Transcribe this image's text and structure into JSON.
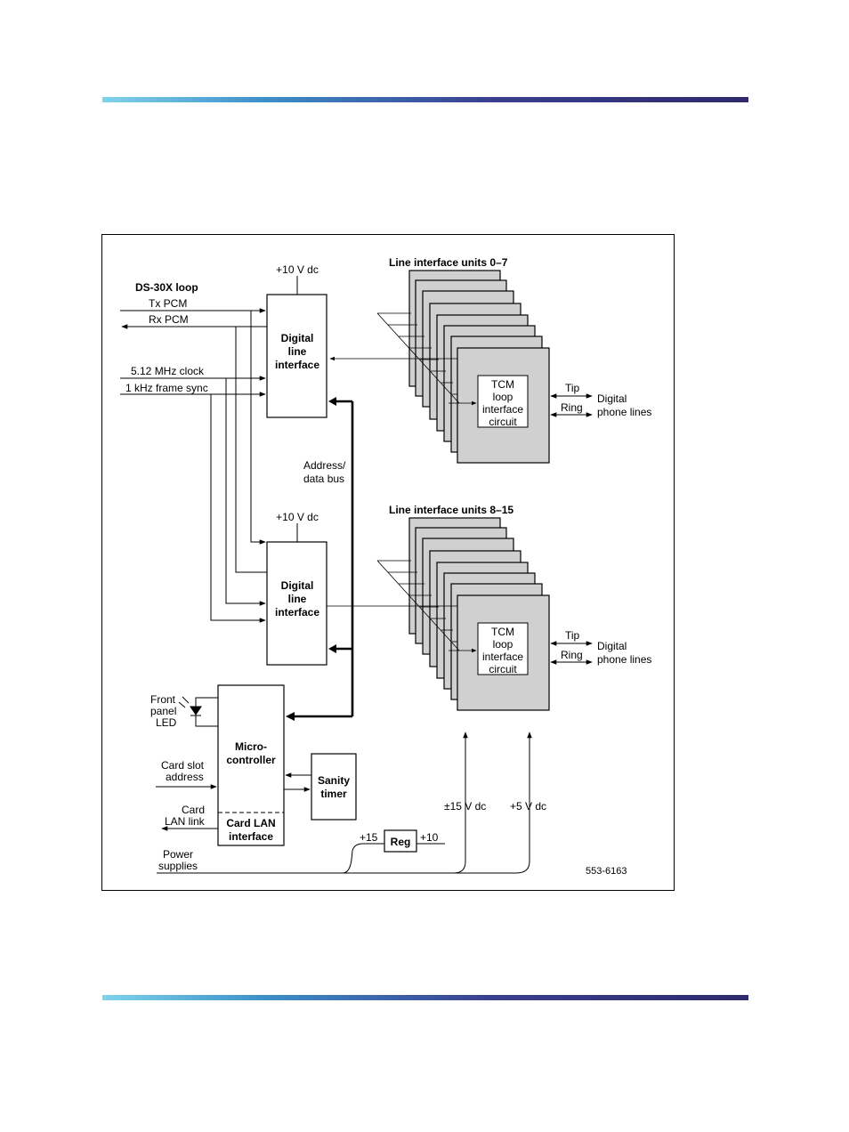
{
  "figure": {
    "id": "553-6163",
    "ds30x": {
      "title": "DS-30X loop",
      "tx": "Tx PCM",
      "rx": "Rx PCM",
      "clock": "5.12 MHz clock",
      "frame": "1 kHz frame sync"
    },
    "dli_top": {
      "supply": "+10 V dc",
      "line1": "Digital",
      "line2": "line",
      "line3": "interface"
    },
    "dli_bottom": {
      "supply": "+10 V dc",
      "line1": "Digital",
      "line2": "line",
      "line3": "interface"
    },
    "bus": {
      "line1": "Address/",
      "line2": "data bus"
    },
    "liu_top": {
      "title": "Line interface units 0–7",
      "tcm1": "TCM",
      "tcm2": "loop",
      "tcm3": "interface",
      "tcm4": "circuit",
      "tip": "Tip",
      "ring": "Ring",
      "out1": "Digital",
      "out2": "phone lines"
    },
    "liu_bottom": {
      "title": "Line interface units 8–15",
      "tcm1": "TCM",
      "tcm2": "loop",
      "tcm3": "interface",
      "tcm4": "circuit",
      "tip": "Tip",
      "ring": "Ring",
      "out1": "Digital",
      "out2": "phone lines"
    },
    "led": {
      "line1": "Front",
      "line2": "panel",
      "line3": "LED"
    },
    "mcu": {
      "line1": "Micro-",
      "line2": "controller",
      "lan1": "Card LAN",
      "lan2": "interface"
    },
    "slot": {
      "line1": "Card slot",
      "line2": "address"
    },
    "lanlink": {
      "line1": "Card",
      "line2": "LAN link"
    },
    "sanity": {
      "line1": "Sanity",
      "line2": "timer"
    },
    "reg": {
      "label": "Reg",
      "in": "+15",
      "out": "+10"
    },
    "power": {
      "line1": "Power",
      "line2": "supplies",
      "v15": "±15 V dc",
      "v5": "+5 V dc"
    }
  }
}
